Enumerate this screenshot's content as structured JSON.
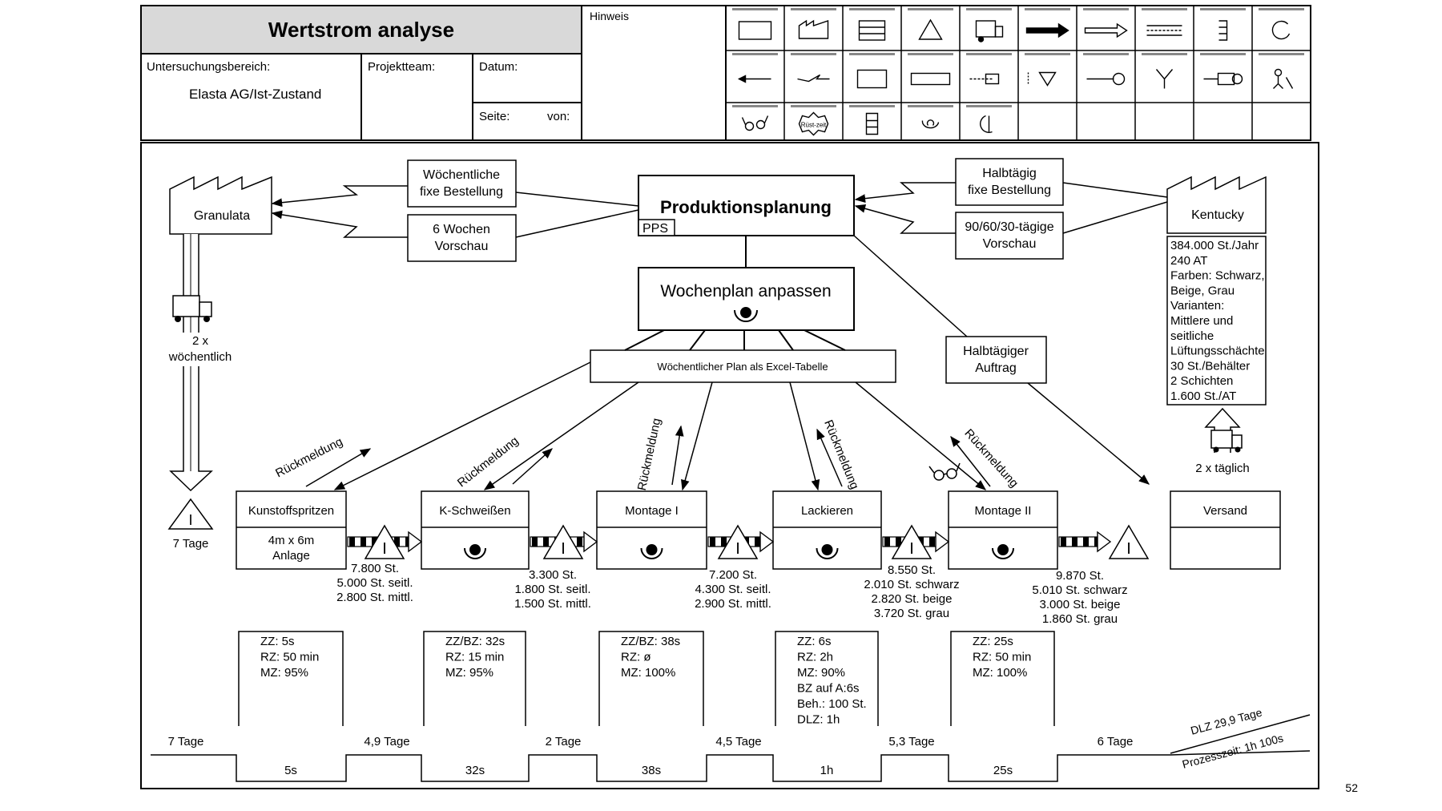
{
  "header": {
    "title": "Wertstrom analyse",
    "hinweis_label": "Hinweis",
    "area_label": "Untersuchungsbereich:",
    "area_value": "Elasta AG/Ist-Zustand",
    "team_label": "Projektteam:",
    "date_label": "Datum:",
    "page_label": "Seite:",
    "of_label": "von:",
    "legend_icon_row1": [
      "Produktionsprozess-icon",
      "supplier-factory-icon",
      "data-box-icon",
      "inventory-icon",
      "truck-icon",
      "push-arrow-icon",
      "shipment-arrow-icon",
      "finished-goods-arrow-icon",
      "supermarket-icon",
      "withdrawal-icon"
    ],
    "legend_icon_row2": [
      "manual-info-icon",
      "electronic-info-icon",
      "production-kanban-icon",
      "kanban-post-icon",
      "withdrawal-kanban-icon",
      "signal-kanban-icon",
      "sequenced-pull-icon",
      "fifo-icon",
      "load-leveling-icon",
      "operator-icon"
    ],
    "legend_icon_row3": [
      "go-see-icon",
      "kaizen-burst-icon",
      "buffer-icon",
      "safety-stock-icon",
      "kanban-batch-icon"
    ],
    "legend_text_kaizen": "Rüst-zeit"
  },
  "planning": {
    "title": "Produktionsplanung",
    "system": "PPS",
    "weekly_adjust": "Wochenplan anpassen",
    "excel_plan": "Wöchentlicher  Plan  als  Excel-Tabelle"
  },
  "supplier": {
    "name": "Granulata",
    "order_line1": "Wöchentliche",
    "order_line2": "fixe Bestellung",
    "forecast_line1": "6 Wochen",
    "forecast_line2": "Vorschau",
    "delivery_line1": "2 x",
    "delivery_line2": "wöchentlich",
    "inventory_days": "7 Tage"
  },
  "customer": {
    "name": "Kentucky",
    "order_line1": "Halbtägig",
    "order_line2": "fixe Bestellung",
    "forecast_line1": "90/60/30-tägige",
    "forecast_line2": "Vorschau",
    "info": [
      "384.000 St./Jahr",
      "240 AT",
      "Farben: Schwarz,",
      "Beige, Grau",
      "Varianten:",
      "Mittlere und",
      "seitliche",
      "Lüftungsschächte",
      "30 St./Behälter",
      "2 Schichten",
      "1.600 St./AT"
    ],
    "delivery": "2 x täglich",
    "half_day_order_line1": "Halbtägiger",
    "half_day_order_line2": "Auftrag"
  },
  "feedback_label": "Rückmeldung",
  "processes": [
    {
      "name": "Kunstoffspritzen",
      "sub1": "4m x 6m",
      "sub2": "Anlage",
      "data": [
        "ZZ: 5s",
        "RZ: 50 min",
        "MZ: 95%"
      ],
      "time": "5s"
    },
    {
      "name": "K-Schweißen",
      "data": [
        "ZZ/BZ: 32s",
        "RZ: 15 min",
        "MZ: 95%"
      ],
      "time": "32s"
    },
    {
      "name": "Montage I",
      "data": [
        "ZZ/BZ: 38s",
        "RZ: ø",
        "MZ: 100%"
      ],
      "time": "38s"
    },
    {
      "name": "Lackieren",
      "data": [
        "ZZ: 6s",
        "RZ: 2h",
        "MZ: 90%",
        "BZ auf A:6s",
        "Beh.: 100 St.",
        "DLZ: 1h"
      ],
      "time": "1h"
    },
    {
      "name": "Montage II",
      "data": [
        "ZZ: 25s",
        "RZ: 50 min",
        "MZ: 100%"
      ],
      "time": "25s"
    },
    {
      "name": "Versand"
    }
  ],
  "inventories": [
    {
      "lines": [
        "7.800 St.",
        "5.000 St. seitl.",
        "2.800 St. mittl."
      ]
    },
    {
      "lines": [
        "3.300 St.",
        "1.800 St. seitl.",
        "1.500 St. mittl."
      ]
    },
    {
      "lines": [
        "7.200 St.",
        "4.300 St. seitl.",
        "2.900 St. mittl."
      ]
    },
    {
      "lines": [
        "8.550 St.",
        "2.010 St. schwarz",
        "2.820 St. beige",
        "3.720 St. grau"
      ]
    },
    {
      "lines": [
        "9.870 St.",
        "5.010 St. schwarz",
        "3.000 St. beige",
        "1.860 St. grau"
      ]
    }
  ],
  "timeline": {
    "waits": [
      "7 Tage",
      "4,9 Tage",
      "2 Tage",
      "4,5 Tage",
      "5,3 Tage",
      "6 Tage"
    ],
    "lead_time": "DLZ 29,9  Tage",
    "process_time": "Prozesszeit: 1h 100s"
  },
  "page_number": "52"
}
